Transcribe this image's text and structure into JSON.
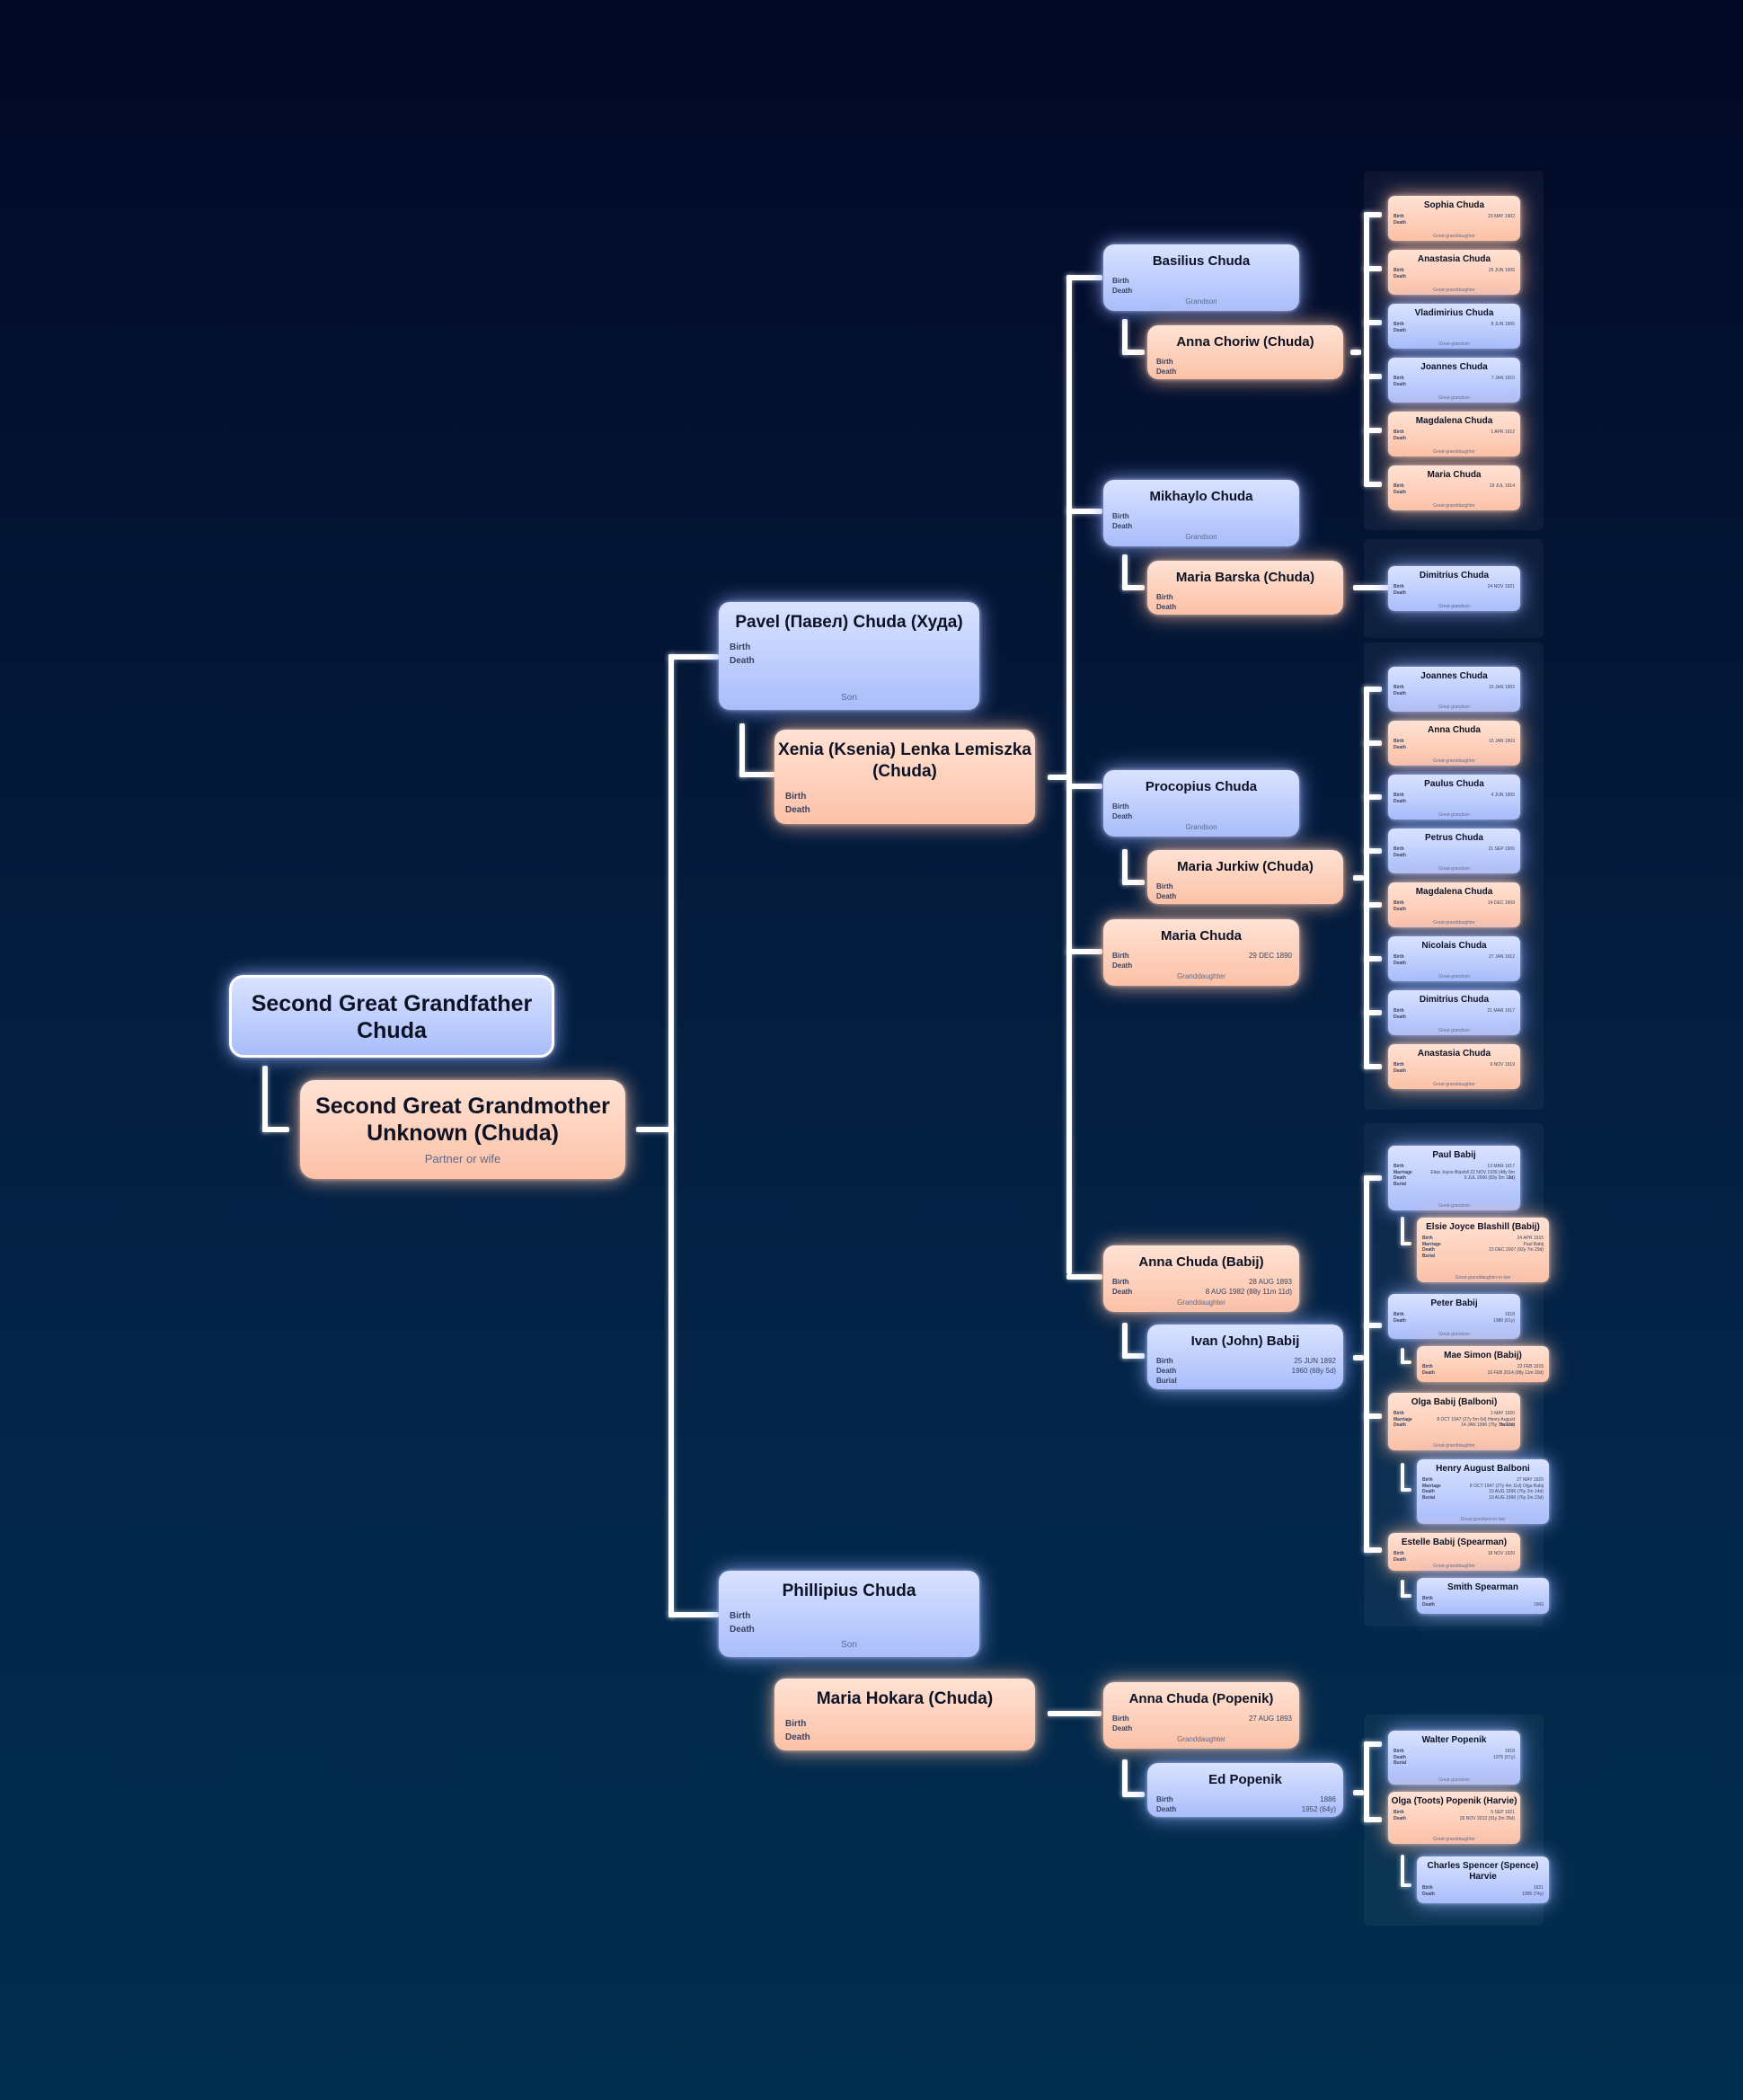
{
  "labels": {
    "birth": "Birth",
    "death": "Death",
    "marriage": "Marriage",
    "burial": "Burial"
  },
  "people": {
    "sgf": {
      "name": "Second Great Grandfather Chuda",
      "role": "",
      "sex": "m"
    },
    "sgm": {
      "name": "Second Great Grandmother Unknown (Chuda)",
      "role": "Partner or wife",
      "sex": "f"
    },
    "pavel": {
      "name": "Pavel (Павел) Chuda (Худа)",
      "role": "Son",
      "sex": "m",
      "birth": "",
      "death": ""
    },
    "xenia": {
      "name": "Xenia (Ksenia) Lenka Lemiszka (Chuda)",
      "role": "",
      "sex": "f",
      "birth": "",
      "death": ""
    },
    "phillipius": {
      "name": "Phillipius Chuda",
      "role": "Son",
      "sex": "m",
      "birth": "",
      "death": ""
    },
    "mariaHokara": {
      "name": "Maria Hokara (Chuda)",
      "role": "",
      "sex": "f",
      "birth": "",
      "death": ""
    },
    "basilius": {
      "name": "Basilius Chuda",
      "role": "Grandson",
      "sex": "m",
      "birth": "",
      "death": ""
    },
    "annaChoriw": {
      "name": "Anna Choriw (Chuda)",
      "role": "",
      "sex": "f",
      "birth": "",
      "death": ""
    },
    "mikhaylo": {
      "name": "Mikhaylo Chuda",
      "role": "Grandson",
      "sex": "m",
      "birth": "",
      "death": ""
    },
    "mariaBarska": {
      "name": "Maria Barska (Chuda)",
      "role": "",
      "sex": "f",
      "birth": "",
      "death": ""
    },
    "procopius": {
      "name": "Procopius Chuda",
      "role": "Grandson",
      "sex": "m",
      "birth": "",
      "death": ""
    },
    "mariaJurkiw": {
      "name": "Maria Jurkiw (Chuda)",
      "role": "",
      "sex": "f",
      "birth": "",
      "death": ""
    },
    "mariaChuda": {
      "name": "Maria Chuda",
      "role": "Granddaughter",
      "sex": "f",
      "birth": "29 DEC 1890",
      "death": ""
    },
    "annaBabij": {
      "name": "Anna Chuda (Babij)",
      "role": "Granddaughter",
      "sex": "f",
      "birth": "28 AUG 1893",
      "death": "8 AUG 1982 (88y 11m 11d)"
    },
    "ivanBabij": {
      "name": "Ivan (John) Babij",
      "role": "",
      "sex": "m",
      "birth": "25 JUN 1892",
      "death": "1960 (68y 5d)",
      "burial": ""
    },
    "annaPopenik": {
      "name": "Anna Chuda (Popenik)",
      "role": "Granddaughter",
      "sex": "f",
      "birth": "27 AUG 1893",
      "death": ""
    },
    "edPopenik": {
      "name": "Ed Popenik",
      "role": "",
      "sex": "m",
      "birth": "1886",
      "death": "1952 (64y)"
    },
    "sophia": {
      "name": "Sophia Chuda",
      "role": "Great-granddaughter",
      "sex": "f",
      "birth": "23 MAY 1902",
      "death": ""
    },
    "anastasia1": {
      "name": "Anastasia Chuda",
      "role": "Great-granddaughter",
      "sex": "f",
      "birth": "25 JUN 1905",
      "death": ""
    },
    "vladimirius": {
      "name": "Vladimirius Chuda",
      "role": "Great-grandson",
      "sex": "m",
      "birth": "8 JUN 1906",
      "death": ""
    },
    "joannes1": {
      "name": "Joannes Chuda",
      "role": "Great-grandson",
      "sex": "m",
      "birth": "7 JAN 1910",
      "death": ""
    },
    "magdalena1": {
      "name": "Magdalena Chuda",
      "role": "Great-granddaughter",
      "sex": "f",
      "birth": "1 APR 1912",
      "death": ""
    },
    "maria2": {
      "name": "Maria Chuda",
      "role": "Great-granddaughter",
      "sex": "f",
      "birth": "29 JUL 1914",
      "death": ""
    },
    "dimitrius1": {
      "name": "Dimitrius Chuda",
      "role": "Great-grandson",
      "sex": "m",
      "birth": "24 NOV 1921",
      "death": ""
    },
    "joannes2": {
      "name": "Joannes Chuda",
      "role": "Great-grandson",
      "sex": "m",
      "birth": "15 JAN 1902",
      "death": ""
    },
    "anna2": {
      "name": "Anna Chuda",
      "role": "Great-granddaughter",
      "sex": "f",
      "birth": "15 JAN 1903",
      "death": ""
    },
    "paulus": {
      "name": "Paulus Chuda",
      "role": "Great-grandson",
      "sex": "m",
      "birth": "4 JUN 1905",
      "death": ""
    },
    "petrus": {
      "name": "Petrus Chuda",
      "role": "Great-grandson",
      "sex": "m",
      "birth": "21 SEP 1906",
      "death": ""
    },
    "magdalena2": {
      "name": "Magdalena Chuda",
      "role": "Great-granddaughter",
      "sex": "f",
      "birth": "14 DEC 1909",
      "death": ""
    },
    "nicolais": {
      "name": "Nicolais Chuda",
      "role": "Great-grandson",
      "sex": "m",
      "birth": "27 JAN 1912",
      "death": ""
    },
    "dimitrius2": {
      "name": "Dimitrius Chuda",
      "role": "Great-grandson",
      "sex": "m",
      "birth": "21 MAR 1917",
      "death": ""
    },
    "anastasia2": {
      "name": "Anastasia Chuda",
      "role": "Great-granddaughter",
      "sex": "f",
      "birth": "9 NOV 1919",
      "death": ""
    },
    "paulBabij": {
      "name": "Paul Babij",
      "role": "Great-grandson",
      "sex": "m",
      "birth": "13 MAR 1917",
      "marriage": "Elsie Joyce Blashill 22 NOV 1939 (48y 8m 9d)",
      "death": "5 JUL 2000 (83y 3m 12d)",
      "burial": ""
    },
    "elsie": {
      "name": "Elsie Joyce Blashill (Babij)",
      "role": "Great-granddaughter-in-law",
      "sex": "f",
      "birth": "24 APR 1915",
      "marriage": "Paul Babij",
      "death": "23 DEC 2007 (92y 7m 29d)",
      "burial": ""
    },
    "peterBabij": {
      "name": "Peter Babij",
      "role": "Great-grandson",
      "sex": "m",
      "birth": "1918",
      "death": "1980 (61y)"
    },
    "maeSimon": {
      "name": "Mae Simon (Babij)",
      "role": "",
      "sex": "f",
      "birth": "22 FEB 1915",
      "death": "10 FEB 2014 (98y 11m 20d)"
    },
    "olgaBabij": {
      "name": "Olga Babij (Balboni)",
      "role": "Great-granddaughter",
      "sex": "f",
      "birth": "2 MAY 1920",
      "marriage": "8 OCT 1947 (27y 5m 6d) Henry August Balboni",
      "death": "14 JAN 1996 (75y 7m 12d)"
    },
    "henry": {
      "name": "Henry August Balboni",
      "role": "Great-grandson-in-law",
      "sex": "m",
      "birth": "27 MAY 1920",
      "marriage": "8 OCT 1947 (27y 4m 11d) Olga Babij",
      "death": "10 AUG 1996 (76y 2m 14d)",
      "burial": "10 AUG 1996 (76y 2m 23d)"
    },
    "estelle": {
      "name": "Estelle Babij (Spearman)",
      "role": "Great-granddaughter",
      "sex": "f",
      "birth": "18 NOV 1920",
      "death": ""
    },
    "smith": {
      "name": "Smith Spearman",
      "role": "",
      "sex": "m",
      "birth": "",
      "death": "1960"
    },
    "walter": {
      "name": "Walter Popenik",
      "role": "Great-grandson",
      "sex": "m",
      "birth": "1918",
      "death": "1975 (57y)",
      "burial": ""
    },
    "olgaPopenik": {
      "name": "Olga (Toots) Popenik (Harvie)",
      "role": "Great-granddaughter",
      "sex": "f",
      "birth": "5 SEP 1921",
      "death": "26 NOV 2012 (91y 2m 26d)"
    },
    "charles": {
      "name": "Charles Spencer (Spence) Harvie",
      "role": "",
      "sex": "m",
      "birth": "1921",
      "death": "1995 (74y)"
    }
  }
}
